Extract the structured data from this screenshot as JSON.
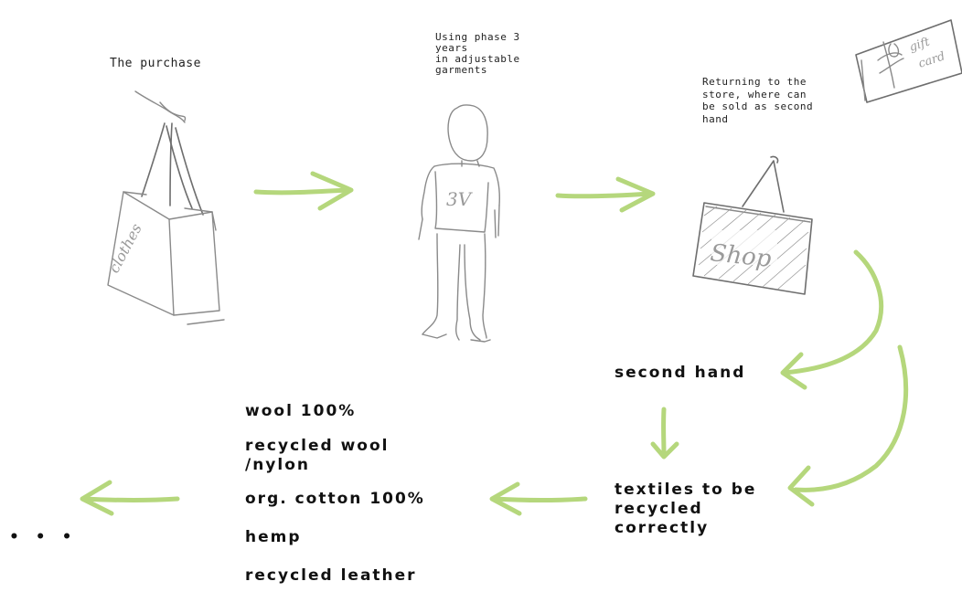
{
  "stages": {
    "purchase": {
      "label": "The purchase",
      "bag_text": "clothes"
    },
    "using": {
      "label": "Using phase 3\nyears\nin adjustable\ngarments",
      "shirt_text": "3V"
    },
    "returning": {
      "label": "Returning to the\nstore, where can\nbe sold as second\nhand",
      "sign_text": "Shop"
    }
  },
  "gift_card": {
    "line1": "gift",
    "line2": "card"
  },
  "outcomes": {
    "second_hand": "second hand",
    "recycle": "textiles to be\nrecycled\ncorrectly"
  },
  "materials": [
    "wool 100%",
    "recycled wool\n/nylon",
    "org. cotton 100%",
    "hemp",
    "recycled leather"
  ],
  "continuation": "• • •",
  "colors": {
    "arrow": "#b5d77c",
    "sketch": "#8a8a8a"
  }
}
